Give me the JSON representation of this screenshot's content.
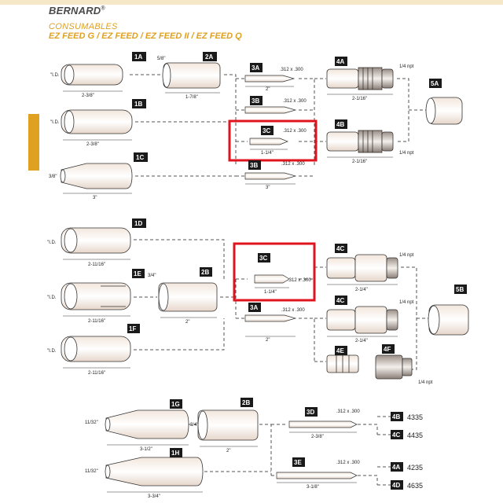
{
  "header": {
    "brand": "BERNARD",
    "brand_mark": "®",
    "subtitle": "CONSUMABLES",
    "series": "EZ FEED G / EZ FEED / EZ FEED II / EZ FEED Q"
  },
  "labels": {
    "1A": "1A",
    "1B": "1B",
    "1C": "1C",
    "1D": "1D",
    "1E": "1E",
    "1F": "1F",
    "1G": "1G",
    "1H": "1H",
    "2A": "2A",
    "2B_top": "2B",
    "2B_bot": "2B",
    "3A_top": "3A",
    "3B_top": "3B",
    "3C_top": "3C",
    "3B_mid": "3B",
    "3C_mid": "3C",
    "3A_mid": "3A",
    "3D": "3D",
    "3E": "3E",
    "4A_top": "4A",
    "4B_top": "4B",
    "4C_mid1": "4C",
    "4C_mid2": "4C",
    "4E": "4E",
    "4F": "4F",
    "4B_bot": "4B",
    "4C_bot": "4C",
    "4A_bot": "4A",
    "4D_bot": "4D",
    "5A": "5A",
    "5B": "5B"
  },
  "dims": {
    "id": "\"I.D.",
    "d1a": "2-3/8\"",
    "d1b": "2-3/8\"",
    "d1c": "3\"",
    "d1c_side": "3/8\"",
    "d2a": "1-7/8\"",
    "d2a_top": "5/8\"",
    "d3a_top": "2\"",
    "d3a_spec": ".312 x .300",
    "d3b_top": ".312 x .300",
    "d3c_top": ".312 x .300",
    "d3c_len": "1-1/4\"",
    "d3b_mid": ".312 x .300",
    "d3b_len": "3\"",
    "d4a": "2-1/16\"",
    "d4b": "2-1/16\"",
    "npt": "1/4 npt",
    "d1d": "2-11/16\"",
    "d1e": "2-11/16\"",
    "d1e_side": "3/4\"",
    "d2b": "2\"",
    "d1f": "2-11/16\"",
    "d3c_mid_spec": ".312 x .300",
    "d3c_mid_len": "1-1/4\"",
    "d3a_mid_spec": ".312 x .300",
    "d3a_mid_len": "2\"",
    "d4c1": "2-1/4\"",
    "d4c2": "2-1/4\"",
    "d1g": "3-1/2\"",
    "d1g_side": "11/32\"",
    "d2b_bot": "2\"",
    "d2b_side": "3/4\"",
    "d1h": "3-3/4\"",
    "d1h_side": "11/32\"",
    "d3d_spec": ".312 x .300",
    "d3d_len": "2-3/8\"",
    "d3e_spec": ".312 x .300",
    "d3e_len": "3-1/8\""
  },
  "part_numbers": {
    "4B": "4335",
    "4C": "4435",
    "4A": "4235",
    "4D": "4635"
  },
  "colors": {
    "highlight": "#e0141e",
    "accent": "#e0a020",
    "label_bg": "#1a1a1a"
  }
}
